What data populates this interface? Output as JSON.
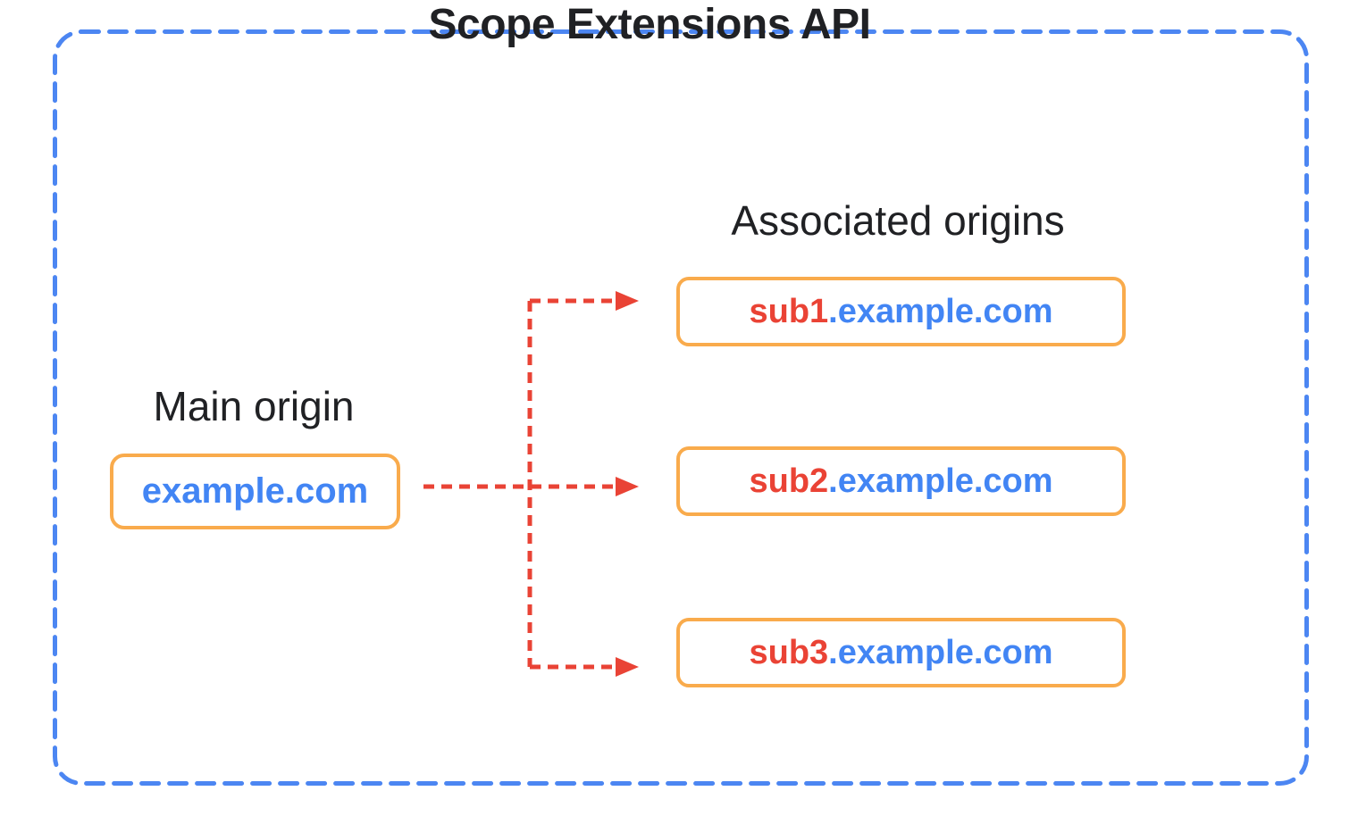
{
  "title": "Scope Extensions API",
  "main_origin": {
    "label": "Main origin",
    "domain": "example.com"
  },
  "associated_origins": {
    "label": "Associated origins",
    "items": [
      {
        "prefix": "sub1",
        "suffix": ".example.com"
      },
      {
        "prefix": "sub2",
        "suffix": ".example.com"
      },
      {
        "prefix": "sub3",
        "suffix": ".example.com"
      }
    ]
  },
  "colors": {
    "border_blue": "#4C86F2",
    "arrow_red": "#E94335",
    "box_orange": "#F9AB4C",
    "domain_blue": "#4285F4",
    "sub_red": "#EA4335",
    "text_black": "#202124",
    "canvas_white": "#FFFFFF"
  }
}
